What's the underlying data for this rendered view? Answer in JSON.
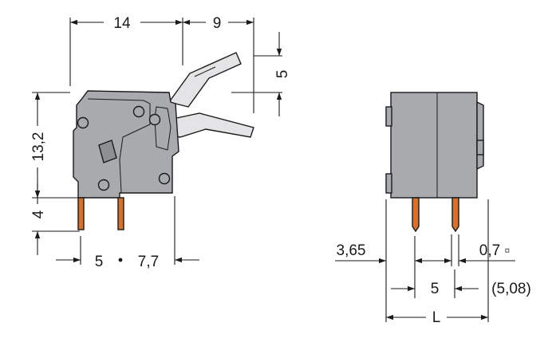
{
  "colors": {
    "housing": "#a9aaad",
    "housing_dark": "#8e8f92",
    "lever": "#e4e4e6",
    "pin": "#d9702c",
    "ink": "#1a1a1a"
  },
  "side_view": {
    "dim_width": "14",
    "dim_lever_reach": "9",
    "dim_lever_height": "5",
    "dim_height": "13,2",
    "dim_pin_length": "4",
    "dim_pitch": "5",
    "dim_offset": "7,7"
  },
  "front_view": {
    "dim_edge": "3,65",
    "dim_pin_square": "0,7 ▫",
    "dim_pitch": "5",
    "dim_pitch_alt": "(5,08)",
    "dim_length": "L"
  }
}
